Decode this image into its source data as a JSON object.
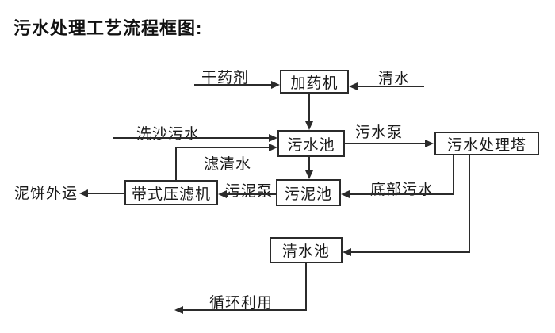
{
  "title": "污水处理工艺流程框图:",
  "diagram": {
    "type": "flowchart",
    "colors": {
      "line": "#2b2b2b",
      "text": "#1a1a1a",
      "background": "#ffffff"
    },
    "nodes": {
      "dosing_machine": "加药机",
      "sewage_pool": "污水池",
      "treatment_tower": "污水处理塔",
      "belt_filter_press": "带式压滤机",
      "sludge_pool": "污泥池",
      "clean_water_pool": "清水池"
    },
    "labels": {
      "dry_agent": "干药剂",
      "clean_water": "清水",
      "sand_wash_sewage": "洗沙污水",
      "filtered_water": "滤清水",
      "sewage_pump": "污水泵",
      "sludge_pump": "污泥泵",
      "bottom_sewage": "底部污水",
      "mud_cake_out": "泥饼外运",
      "recycle_use": "循环利用"
    },
    "edges": [
      {
        "from": "干药剂",
        "to": "加药机"
      },
      {
        "from": "清水",
        "to": "加药机"
      },
      {
        "from": "加药机",
        "to": "污水池"
      },
      {
        "from": "洗沙污水",
        "to": "污水池"
      },
      {
        "from": "带式压滤机",
        "to": "污水池",
        "label": "滤清水"
      },
      {
        "from": "污水池",
        "to": "污水处理塔",
        "label": "污水泵"
      },
      {
        "from": "污水池",
        "to": "污泥池"
      },
      {
        "from": "污水处理塔",
        "to": "污泥池",
        "label": "底部污水"
      },
      {
        "from": "污泥池",
        "to": "带式压滤机",
        "label": "污泥泵"
      },
      {
        "from": "带式压滤机",
        "to": "泥饼外运"
      },
      {
        "from": "污水处理塔",
        "to": "清水池"
      },
      {
        "from": "清水池",
        "to": "循环利用"
      }
    ]
  }
}
